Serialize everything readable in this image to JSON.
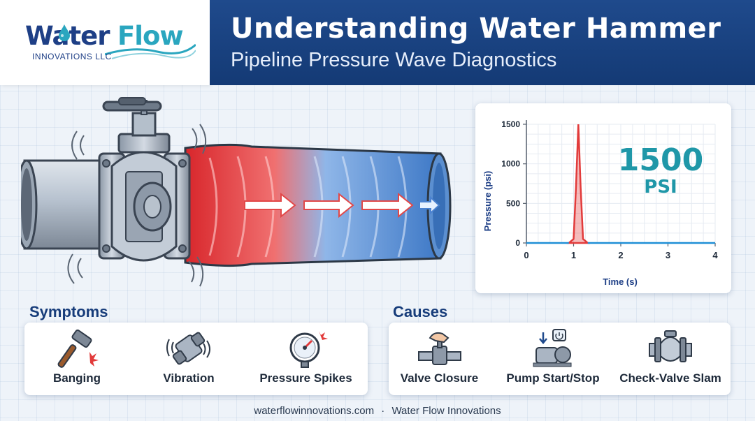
{
  "brand": {
    "name_part1": "Water",
    "name_part2": "Flow",
    "subtitle": "INNOVATIONS LLC"
  },
  "header": {
    "title": "Understanding Water Hammer",
    "subtitle": "Pipeline Pressure Wave Diagnostics"
  },
  "chart_data": {
    "type": "line",
    "xlabel": "Time (s)",
    "ylabel": "Pressure (psi)",
    "xlim": [
      0,
      4
    ],
    "ylim": [
      0,
      1500
    ],
    "x_ticks": [
      "0",
      "1",
      "2",
      "3",
      "4"
    ],
    "y_ticks": [
      "0",
      "500",
      "1000",
      "1500"
    ],
    "grid": true,
    "series": [
      {
        "x": [
          0,
          0.9,
          1.0,
          1.05,
          1.1,
          1.15,
          1.2,
          1.3,
          4
        ],
        "y": [
          0,
          0,
          50,
          700,
          1500,
          700,
          50,
          0,
          0
        ]
      }
    ],
    "annotation_value": "1500",
    "annotation_unit": "PSI",
    "colors": {
      "line": "#1f8fd6",
      "spike": "#e23b3b",
      "annotation": "#1f97a8"
    }
  },
  "symptoms": {
    "heading": "Symptoms",
    "items": [
      {
        "label": "Banging",
        "icon": "hammer-icon"
      },
      {
        "label": "Vibration",
        "icon": "vibrating-pipe-icon"
      },
      {
        "label": "Pressure Spikes",
        "icon": "pressure-gauge-icon"
      }
    ]
  },
  "causes": {
    "heading": "Causes",
    "items": [
      {
        "label": "Valve Closure",
        "icon": "hand-valve-icon"
      },
      {
        "label": "Pump Start/Stop",
        "icon": "pump-icon"
      },
      {
        "label": "Check-Valve Slam",
        "icon": "check-valve-icon"
      }
    ]
  },
  "footer": {
    "site": "waterflowinnovations.com",
    "separator": "·",
    "company": "Water Flow Innovations"
  },
  "colors": {
    "header_blue": "#1f4a8c",
    "accent_teal": "#2aa6bf",
    "pressure_red": "#e23b3b"
  }
}
